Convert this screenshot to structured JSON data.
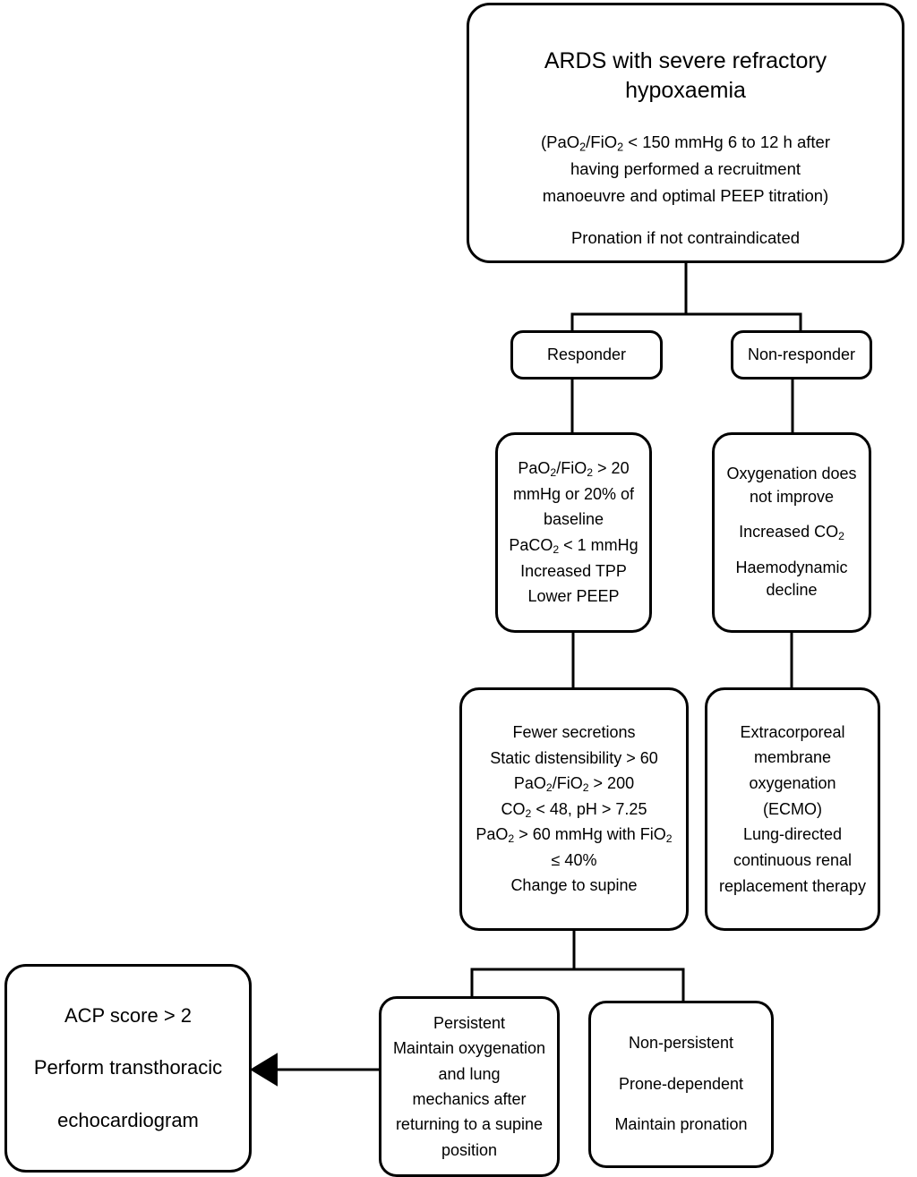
{
  "diagram": {
    "title": "ARDS severe refractory hypoxaemia prone positioning algorithm",
    "stroke_color": "#000000",
    "background_color": "#ffffff"
  },
  "nodes": {
    "root": {
      "title": "ARDS with severe refractory hypoxaemia",
      "detail_lines": [
        "(PaO₂/FiO₂ < 150 mmHg 6 to 12 h after",
        "having performed a recruitment",
        "manoeuvre and optimal PEEP titration)"
      ],
      "footer": "Pronation if not contraindicated"
    },
    "responder": {
      "label": "Responder"
    },
    "nonresponder": {
      "label": "Non-responder"
    },
    "responder_criteria": {
      "lines": [
        "PaO₂/FiO₂ > 20",
        "mmHg or 20% of",
        "baseline",
        "PaCO₂ < 1 mmHg",
        "Increased TPP",
        "Lower PEEP"
      ]
    },
    "nonresponder_criteria": {
      "groups": [
        [
          "Oxygenation does",
          "not improve"
        ],
        [
          "Increased CO₂"
        ],
        [
          "Haemodynamic",
          "decline"
        ]
      ]
    },
    "weaning_criteria": {
      "lines": [
        "Fewer secretions",
        "Static distensibility > 60",
        "PaO₂/FiO₂ > 200",
        "CO₂ < 48, pH > 7.25",
        "PaO₂ > 60 mmHg with FiO₂",
        "≤ 40%",
        "Change to supine"
      ]
    },
    "ecmo": {
      "lines": [
        "Extracorporeal",
        "membrane",
        "oxygenation",
        "(ECMO)",
        "Lung-directed",
        "continuous renal",
        "replacement therapy"
      ]
    },
    "persistent": {
      "lines": [
        "Persistent",
        "Maintain oxygenation",
        "and lung",
        "mechanics after",
        "returning to a supine",
        "position"
      ]
    },
    "nonpersistent": {
      "lines": [
        "Non-persistent",
        "Prone-dependent",
        "Maintain pronation"
      ]
    },
    "acp": {
      "lines": [
        "ACP score > 2",
        "Perform transthoracic",
        "echocardiogram"
      ]
    }
  },
  "edges": [
    {
      "name": "root-to-responder-split",
      "from": "root",
      "to": [
        "responder",
        "nonresponder"
      ]
    },
    {
      "name": "responder-to-responder-criteria",
      "from": "responder",
      "to": "responder_criteria"
    },
    {
      "name": "nonresponder-to-nonresponder-criteria",
      "from": "nonresponder",
      "to": "nonresponder_criteria"
    },
    {
      "name": "responder-criteria-to-weaning",
      "from": "responder_criteria",
      "to": "weaning_criteria"
    },
    {
      "name": "nonresponder-criteria-to-ecmo",
      "from": "nonresponder_criteria",
      "to": "ecmo"
    },
    {
      "name": "weaning-to-persistence-split",
      "from": "weaning_criteria",
      "to": [
        "persistent",
        "nonpersistent"
      ]
    },
    {
      "name": "persistent-to-acp-arrow",
      "from": "persistent",
      "to": "acp",
      "arrowhead": "left"
    }
  ]
}
